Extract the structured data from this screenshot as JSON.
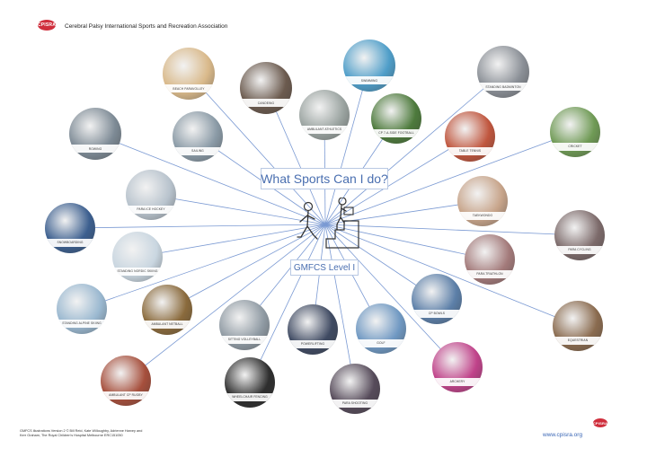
{
  "header": {
    "logo_text": "CPISRA",
    "org_name": "Cerebral Palsy International Sports and Recreation Association"
  },
  "diagram": {
    "title": "What Sports Can I do?",
    "level": "GMFCS Level I"
  },
  "sports": [
    {
      "label": "BEACH PARAVOLLEY",
      "color": "#d9b98a"
    },
    {
      "label": "CANOEING",
      "color": "#6b5a4e"
    },
    {
      "label": "SWIMMING",
      "color": "#4f9ec9"
    },
    {
      "label": "STANDING BADMINTON",
      "color": "#8a8f96"
    },
    {
      "label": "AMBULANT ATHLETICS",
      "color": "#9aa3a0"
    },
    {
      "label": "CP 7-A-SIDE FOOTBALL",
      "color": "#4d7a3c"
    },
    {
      "label": "ROWING",
      "color": "#7d8a95"
    },
    {
      "label": "SAILING",
      "color": "#8a9aa6"
    },
    {
      "label": "TABLE TENNIS",
      "color": "#c0563e"
    },
    {
      "label": "CRICKET",
      "color": "#6f9a55"
    },
    {
      "label": "PARA ICE HOCKEY",
      "color": "#b8c3cd"
    },
    {
      "label": "TAEKWONDO",
      "color": "#c7a48a"
    },
    {
      "label": "SNOWBOARDING",
      "color": "#3c5f8f"
    },
    {
      "label": "PARA CYCLING",
      "color": "#7c6a6a"
    },
    {
      "label": "STANDING NORDIC SKIING",
      "color": "#c9d6e0"
    },
    {
      "label": "PARA TRIATHLON",
      "color": "#a37a7a"
    },
    {
      "label": "STANDING ALPINE SKIING",
      "color": "#9ab8d0"
    },
    {
      "label": "AMBULANT NETBALL",
      "color": "#8a6a3c"
    },
    {
      "label": "CP BOWLS",
      "color": "#5c7fa8"
    },
    {
      "label": "SITTING VOLLEYBALL",
      "color": "#8f9aa3"
    },
    {
      "label": "POWERLIFTING",
      "color": "#3f4a62"
    },
    {
      "label": "GOLF",
      "color": "#6f98c2"
    },
    {
      "label": "EQUESTRIAN",
      "color": "#8a6b4f"
    },
    {
      "label": "AMBULANT CP RUGBY",
      "color": "#a64f3c"
    },
    {
      "label": "WHEELCHAIR FENCING",
      "color": "#2e2e2e"
    },
    {
      "label": "ARCHERY",
      "color": "#c0438a"
    },
    {
      "label": "PARA SHOOTING",
      "color": "#564b5a"
    }
  ],
  "footer": {
    "credits": "GMFCS illustrations Version 2 © Bill Reid, Kate Willoughby, Adrienne Harvey and Kerr Graham, The Royal Children's Hospital Melbourne ERC151050",
    "url": "www.cpisra.org",
    "logo_text": "CPISRA"
  },
  "colors": {
    "title_blue": "#4a6fb0",
    "line_blue": "#7b9ad3",
    "logo_red": "#cf2e3c"
  }
}
